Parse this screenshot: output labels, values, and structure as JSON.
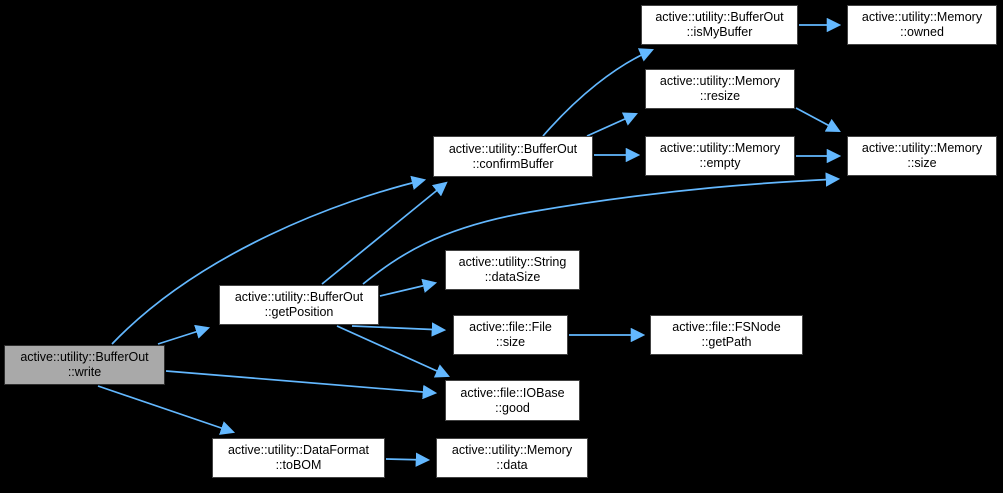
{
  "diagram": {
    "type": "call-graph",
    "colors": {
      "background": "#000000",
      "edge": "#63b8ff",
      "node_fill": "#ffffff",
      "node_border": "#424242",
      "root_fill": "#a9a9a9",
      "text": "#000000"
    },
    "nodes": {
      "write": {
        "line1": "active::utility::BufferOut",
        "line2": "::write",
        "is_root": true
      },
      "get_position": {
        "line1": "active::utility::BufferOut",
        "line2": "::getPosition"
      },
      "confirm_buffer": {
        "line1": "active::utility::BufferOut",
        "line2": "::confirmBuffer"
      },
      "is_my_buffer": {
        "line1": "active::utility::BufferOut",
        "line2": "::isMyBuffer"
      },
      "memory_owned": {
        "line1": "active::utility::Memory",
        "line2": "::owned"
      },
      "memory_resize": {
        "line1": "active::utility::Memory",
        "line2": "::resize"
      },
      "memory_empty": {
        "line1": "active::utility::Memory",
        "line2": "::empty"
      },
      "memory_size": {
        "line1": "active::utility::Memory",
        "line2": "::size"
      },
      "string_data_size": {
        "line1": "active::utility::String",
        "line2": "::dataSize"
      },
      "file_size": {
        "line1": "active::file::File",
        "line2": "::size"
      },
      "fsnode_get_path": {
        "line1": "active::file::FSNode",
        "line2": "::getPath"
      },
      "iobase_good": {
        "line1": "active::file::IOBase",
        "line2": "::good"
      },
      "dataformat_to_bom": {
        "line1": "active::utility::DataFormat",
        "line2": "::toBOM"
      },
      "memory_data": {
        "line1": "active::utility::Memory",
        "line2": "::data"
      }
    },
    "edges": [
      {
        "from": "write",
        "to": "confirm_buffer"
      },
      {
        "from": "write",
        "to": "get_position"
      },
      {
        "from": "write",
        "to": "iobase_good"
      },
      {
        "from": "write",
        "to": "dataformat_to_bom"
      },
      {
        "from": "get_position",
        "to": "confirm_buffer"
      },
      {
        "from": "get_position",
        "to": "memory_size"
      },
      {
        "from": "get_position",
        "to": "string_data_size"
      },
      {
        "from": "get_position",
        "to": "file_size"
      },
      {
        "from": "get_position",
        "to": "iobase_good"
      },
      {
        "from": "confirm_buffer",
        "to": "is_my_buffer"
      },
      {
        "from": "confirm_buffer",
        "to": "memory_resize"
      },
      {
        "from": "confirm_buffer",
        "to": "memory_empty"
      },
      {
        "from": "is_my_buffer",
        "to": "memory_owned"
      },
      {
        "from": "memory_resize",
        "to": "memory_size"
      },
      {
        "from": "memory_empty",
        "to": "memory_size"
      },
      {
        "from": "file_size",
        "to": "fsnode_get_path"
      },
      {
        "from": "dataformat_to_bom",
        "to": "memory_data"
      }
    ]
  }
}
